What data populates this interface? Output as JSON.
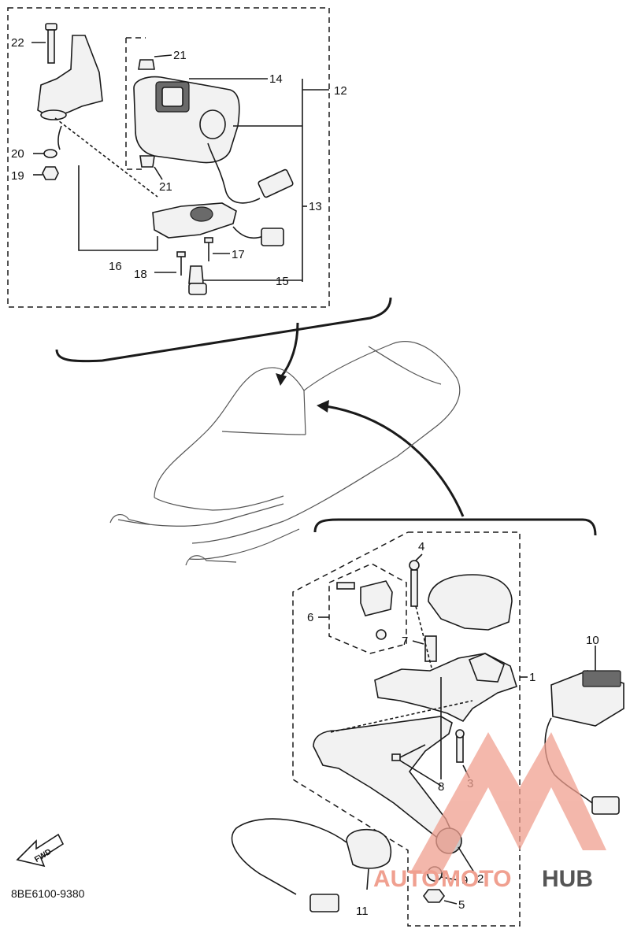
{
  "diagram_code": "8BE6100-9380",
  "fwd_label": "FWD",
  "watermark": {
    "part1": "AUTO",
    "part2": "MOTO",
    "part3": "HUB",
    "accent": "#f0a090",
    "dark": "#555555"
  },
  "callouts": {
    "c1": "1",
    "c2": "2",
    "c3": "3",
    "c4": "4",
    "c5": "5",
    "c6": "6",
    "c7": "7",
    "c8": "8",
    "c9": "9",
    "c10": "10",
    "c11": "11",
    "c12": "12",
    "c13": "13",
    "c14": "14",
    "c15": "15",
    "c16": "16",
    "c17": "17",
    "c18": "18",
    "c19": "19",
    "c20": "20",
    "c21a": "21",
    "c21b": "21",
    "c22": "22"
  }
}
